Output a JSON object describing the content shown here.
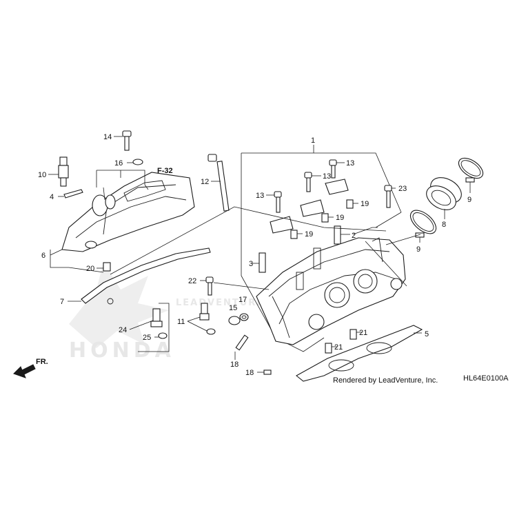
{
  "diagram": {
    "watermark_text": "HONDA",
    "watermark_small": "LEADVENTURE",
    "labels": {
      "l1": "1",
      "l2": "2",
      "l3": "3",
      "l4": "4",
      "l5": "5",
      "l6": "6",
      "l7": "7",
      "l8": "8",
      "l9a": "9",
      "l9b": "9",
      "l10": "10",
      "l11": "11",
      "l12": "12",
      "l13a": "13",
      "l13b": "13",
      "l13c": "13",
      "l14": "14",
      "l15": "15",
      "l16": "16",
      "l17": "17",
      "l18a": "18",
      "l18b": "18",
      "l19a": "19",
      "l19b": "19",
      "l19c": "19",
      "l20": "20",
      "l21a": "21",
      "l21b": "21",
      "l22": "22",
      "l23": "23",
      "l24": "24",
      "l25": "25"
    },
    "ref_label": "F-32",
    "direction_label": "FR.",
    "footer_credit": "Rendered by LeadVenture, Inc.",
    "diagram_code": "HL64E0100A"
  }
}
